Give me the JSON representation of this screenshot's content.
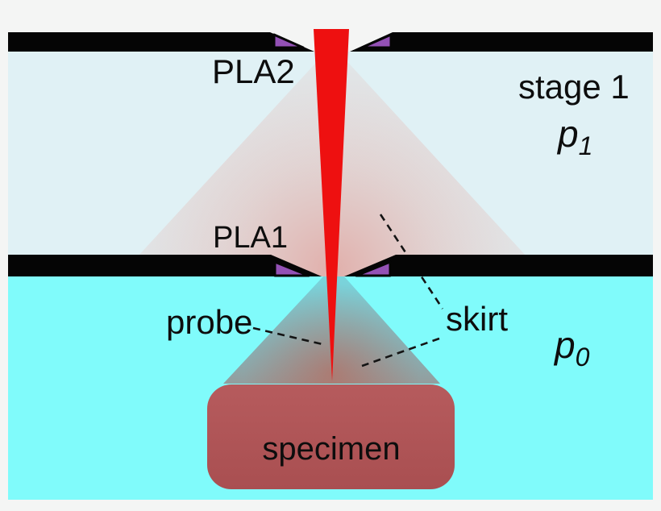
{
  "diagram": {
    "apertures": {
      "pla2_label": "PLA2",
      "pla1_label": "PLA1"
    },
    "stage1": {
      "label": "stage 1",
      "pressure_symbol": "p",
      "pressure_sub": "1"
    },
    "chamber": {
      "pressure_symbol": "p",
      "pressure_sub": "0"
    },
    "beam": {
      "probe_label": "probe",
      "skirt_label": "skirt"
    },
    "specimen": {
      "label": "specimen"
    },
    "colors": {
      "page_bg": "#f4f5f4",
      "stage1_bg": "#e0f1f5",
      "chamber_bg": "#80fbfb",
      "aperture_black": "#050505",
      "cone_purple": "#9351b5",
      "beam_red": "#ee1010",
      "specimen_red": "#b25658",
      "haze_pink": "#e58a7e",
      "skirt_gray": "#6f7d96",
      "glow_red": "#cd4b37",
      "label_black": "#0d0d0d",
      "pla1_label_tint": "#3f1411"
    }
  }
}
